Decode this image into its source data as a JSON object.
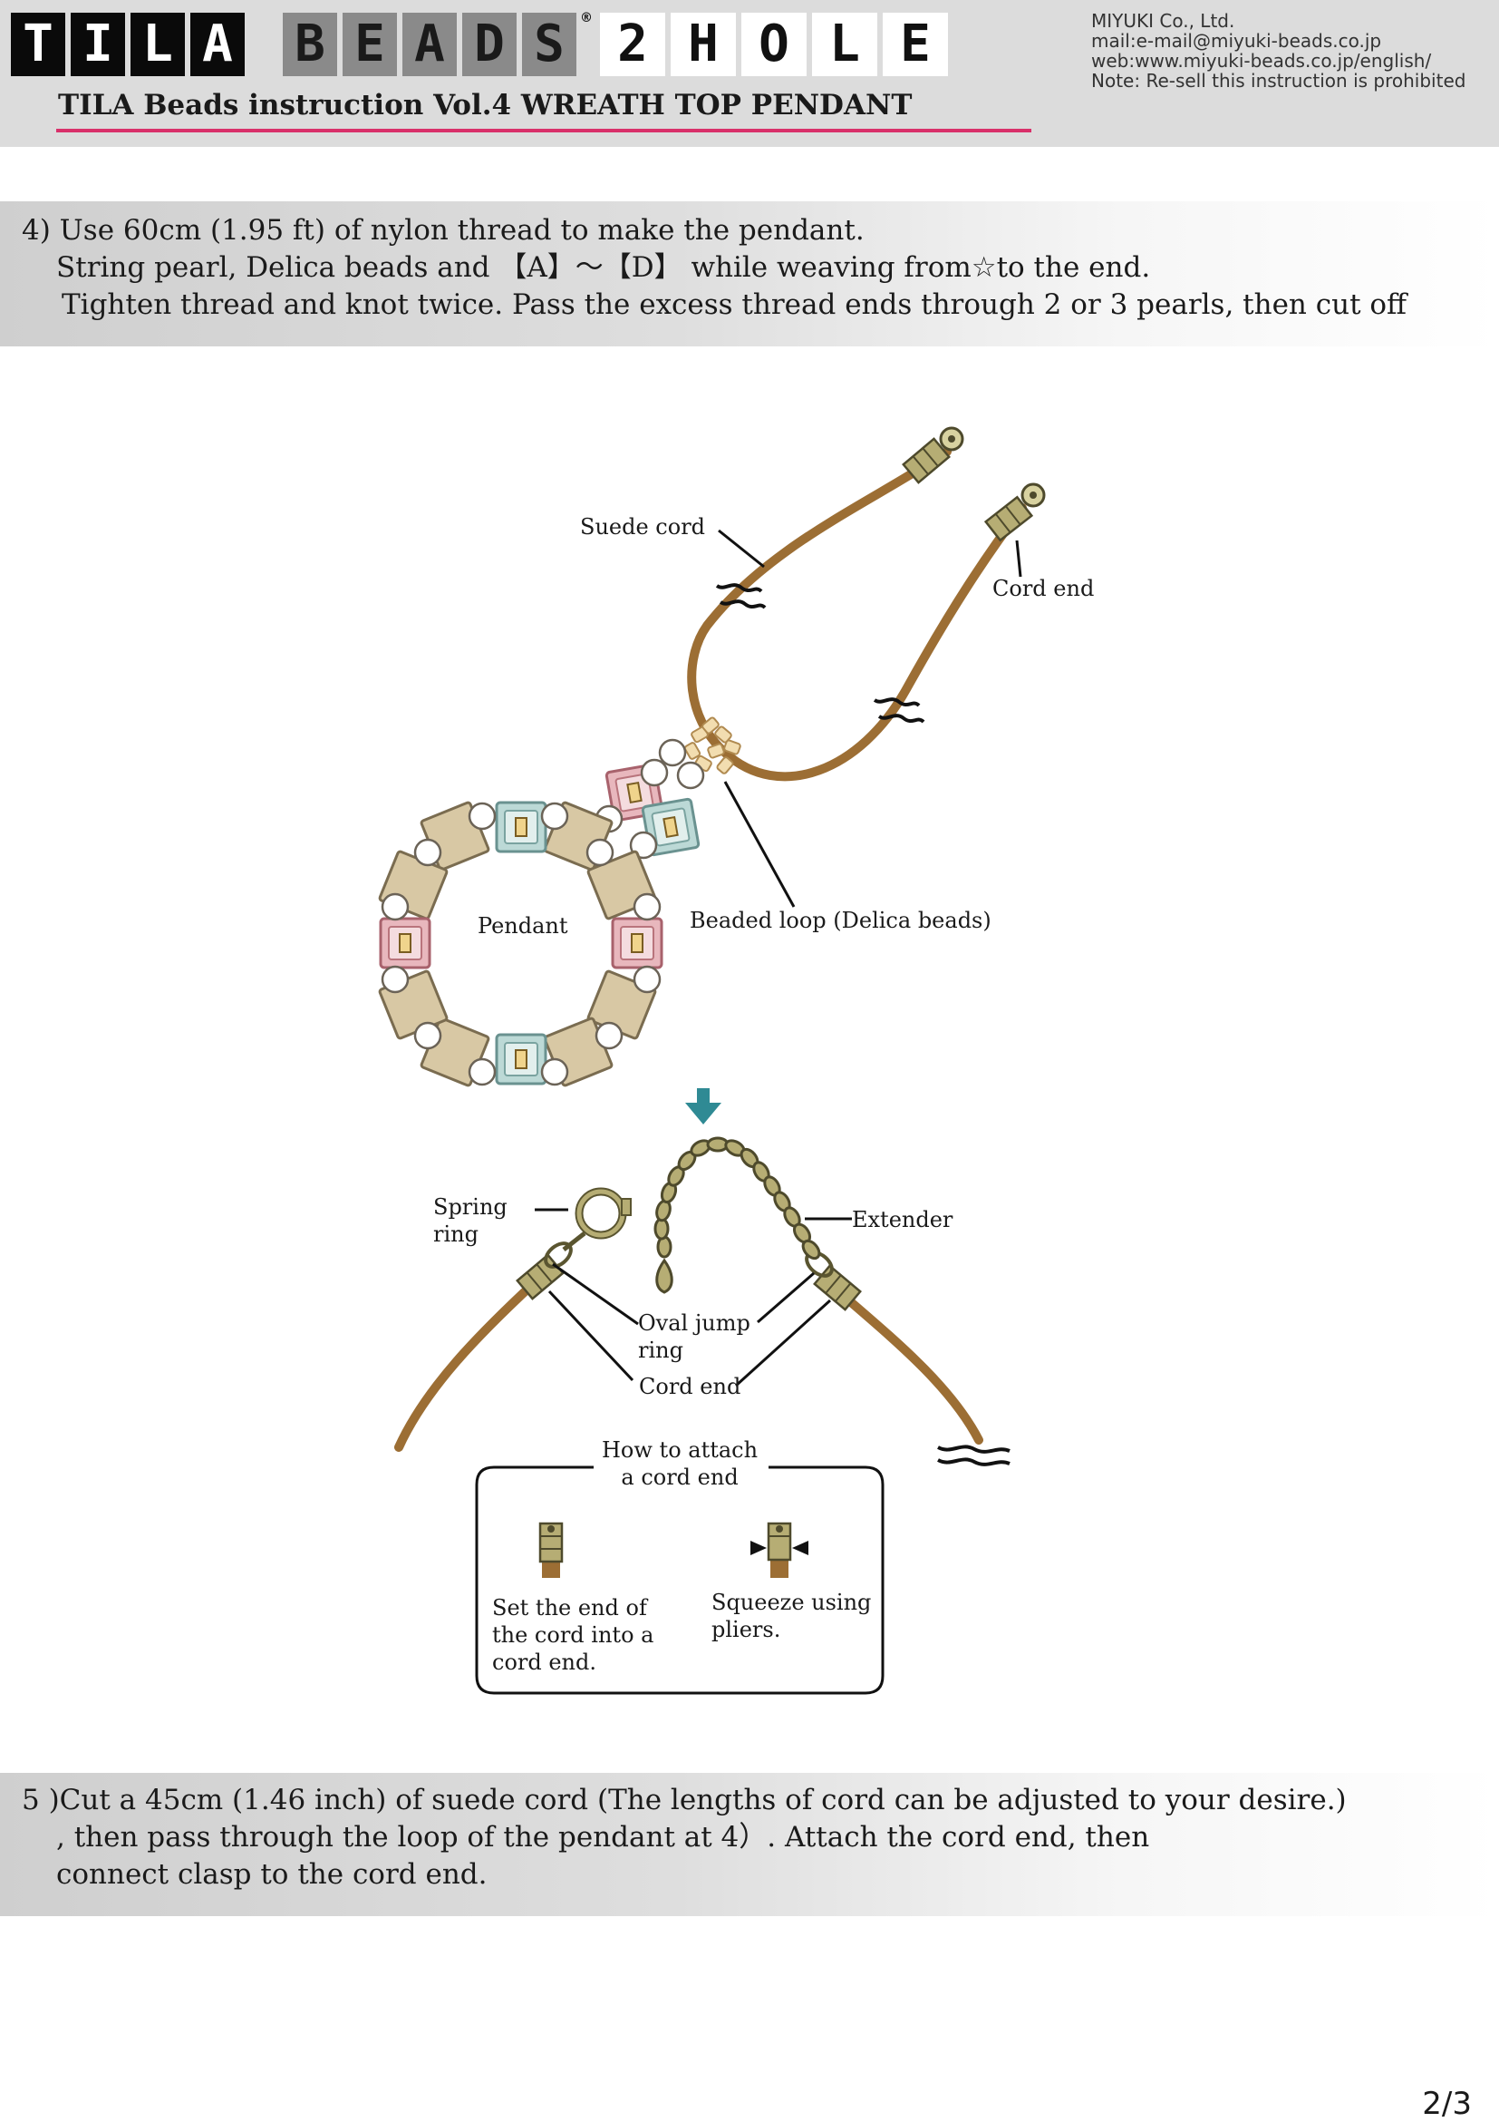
{
  "header": {
    "logo": {
      "tila": [
        "T",
        "I",
        "L",
        "A"
      ],
      "beads": [
        "B",
        "E",
        "A",
        "D",
        "S"
      ],
      "registered": "®",
      "hole": [
        "2",
        "H",
        "O",
        "L",
        "E"
      ]
    },
    "title": "TILA Beads instruction Vol.4 WREATH TOP PENDANT",
    "company": [
      "MIYUKI Co., Ltd.",
      "mail:e-mail@miyuki-beads.co.jp",
      "web:www.miyuki-beads.co.jp/english/",
      "Note: Re-sell this instruction is prohibited"
    ],
    "accent_color": "#d9306a"
  },
  "step4": {
    "lines": [
      "4) Use 60cm (1.95 ft) of nylon thread to make the pendant.",
      "String pearl, Delica beads and 【A】～【D】 while weaving from☆to the end.",
      "Tighten thread and knot twice. Pass the excess thread ends through 2 or 3 pearls, then cut off"
    ]
  },
  "figure": {
    "labels": {
      "suede_cord": "Suede  cord",
      "cord_end_top": "Cord end",
      "pendant": "Pendant",
      "beaded_loop": "Beaded loop (Delica beads)",
      "spring_ring": [
        "Spring",
        "ring"
      ],
      "extender": "Extender",
      "oval_jump_ring": [
        "Oval jump",
        "ring"
      ],
      "cord_end_bottom": "Cord end"
    },
    "how_to": {
      "title": [
        "How to attach",
        "a cord end"
      ],
      "left": [
        "Set the end of",
        "the cord into a",
        "cord end."
      ],
      "right": [
        "Squeeze using",
        "pliers."
      ]
    },
    "colors": {
      "cord": "#9c6e34",
      "tila": "#d8c8a4",
      "pearl": "#ffffff",
      "metal": "#8e8748",
      "pink_bead": "#e8b7bd",
      "aqua_bead": "#bcd9d6",
      "arrow": "#2f8a94"
    }
  },
  "step5": {
    "lines": [
      "5 )Cut a 45cm (1.46 inch) of suede cord (The lengths of cord can be adjusted to your desire.)",
      ", then pass through the loop of the pendant at 4）. Attach the cord end, then",
      "connect clasp to the cord end."
    ]
  },
  "page_number": "2/3"
}
